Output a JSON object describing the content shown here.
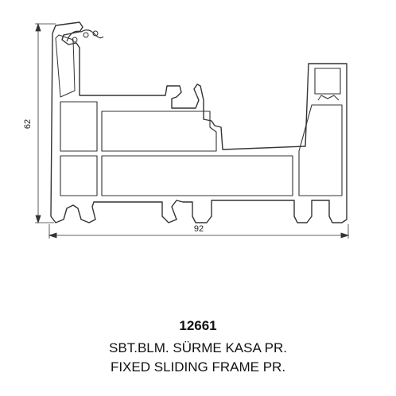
{
  "dimensions": {
    "height": "62",
    "width": "92"
  },
  "product": {
    "code": "12661",
    "name_tr": "SBT.BLM. SÜRME KASA PR.",
    "name_en": "FIXED SLIDING FRAME PR."
  }
}
